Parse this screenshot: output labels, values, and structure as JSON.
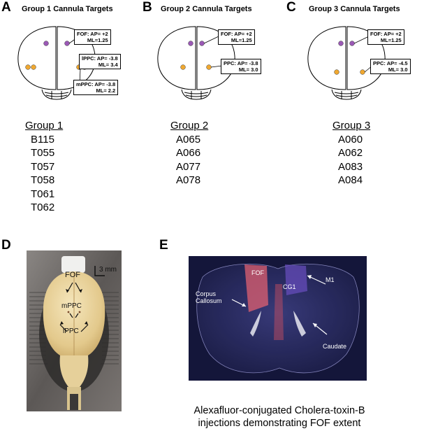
{
  "panels": {
    "A": {
      "letter": "A",
      "title": "Group 1 Cannula Targets",
      "callouts": [
        {
          "l1": "FOF: AP= +2",
          "l2": "ML=1.25"
        },
        {
          "l1": "lPPC: AP= -3.8",
          "l2": "ML= 3.4"
        },
        {
          "l1": "mPPC: AP= -3.8",
          "l2": "ML= 2.2"
        }
      ]
    },
    "B": {
      "letter": "B",
      "title": "Group 2 Cannula Targets",
      "callouts": [
        {
          "l1": "FOF: AP= +2",
          "l2": "ML=1.25"
        },
        {
          "l1": "PPC: AP= -3.8",
          "l2": "ML= 3.0"
        }
      ]
    },
    "C": {
      "letter": "C",
      "title": "Group 3 Cannula Targets",
      "callouts": [
        {
          "l1": "FOF: AP= +2",
          "l2": "ML=1.25"
        },
        {
          "l1": "PPC: AP= -4.5",
          "l2": "ML= 3.0"
        }
      ]
    },
    "D": {
      "letter": "D",
      "scale_label": "3 mm",
      "fof_label": "FOF",
      "mppc_label": "mPPC",
      "lppc_label": "lPPC"
    },
    "E": {
      "letter": "E",
      "fof_label": "FOF",
      "cg1_label": "CG1",
      "m1_label": "M1",
      "corpus_label_1": "Corpus",
      "corpus_label_2": "Callosum",
      "caudate_label": "Caudate"
    }
  },
  "groups": [
    {
      "header": "Group 1",
      "rats": [
        "B115",
        "T055",
        "T057",
        "T058",
        "T061",
        "T062"
      ]
    },
    {
      "header": "Group 2",
      "rats": [
        "A065",
        "A066",
        "A077",
        "A078"
      ]
    },
    {
      "header": "Group 3",
      "rats": [
        "A060",
        "A062",
        "A083",
        "A084"
      ]
    }
  ],
  "caption": {
    "line1": "Alexafluor-conjugated Cholera-toxin-B",
    "line2": "injections demonstrating FOF extent"
  },
  "colors": {
    "fof_dot": "#9b59b6",
    "ppc_dot": "#f0a830"
  }
}
